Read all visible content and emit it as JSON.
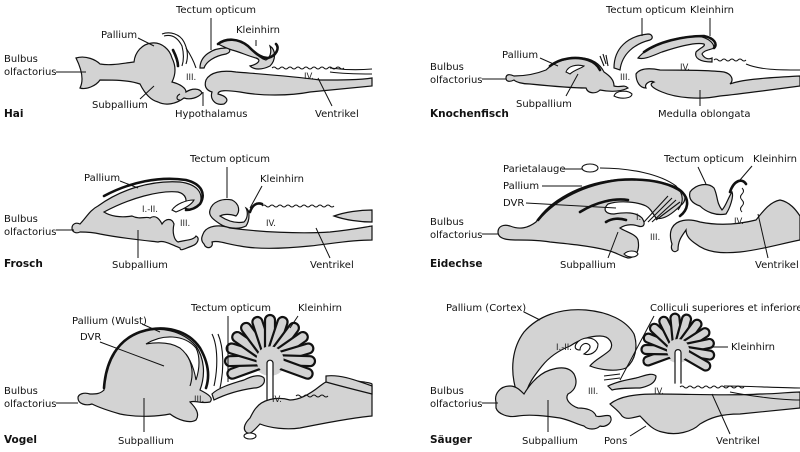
{
  "figure": {
    "description": "Sagittal brain sections of six vertebrates",
    "fill_color": "#d3d3d3",
    "line_color": "#111111"
  },
  "panels": [
    {
      "id": "hai",
      "title": "Hai",
      "labels": {
        "bulbus": [
          "Bulbus",
          "olfactorius"
        ],
        "pallium": "Pallium",
        "subpallium": "Subpallium",
        "tectum": "Tectum opticum",
        "kleinhirn": "Kleinhirn",
        "hypothalamus": "Hypothalamus",
        "ventrikel": "Ventrikel",
        "v3": "III.",
        "v4": "IV."
      }
    },
    {
      "id": "knochenfisch",
      "title": "Knochenfisch",
      "labels": {
        "bulbus": [
          "Bulbus",
          "olfactorius"
        ],
        "pallium": "Pallium",
        "subpallium": "Subpallium",
        "tectum": "Tectum opticum",
        "kleinhirn": "Kleinhirn",
        "medulla": "Medulla oblongata",
        "v3": "III.",
        "v4": "IV."
      }
    },
    {
      "id": "frosch",
      "title": "Frosch",
      "labels": {
        "bulbus": [
          "Bulbus",
          "olfactorius"
        ],
        "pallium": "Pallium",
        "subpallium": "Subpallium",
        "tectum": "Tectum opticum",
        "kleinhirn": "Kleinhirn",
        "ventrikel": "Ventrikel",
        "v12": "I.-II.",
        "v3": "III.",
        "v4": "IV."
      }
    },
    {
      "id": "eidechse",
      "title": "Eidechse",
      "labels": {
        "bulbus": [
          "Bulbus",
          "olfactorius"
        ],
        "parietalauge": "Parietalauge",
        "pallium": "Pallium",
        "dvr": "DVR",
        "subpallium": "Subpallium",
        "tectum": "Tectum opticum",
        "kleinhirn": "Kleinhirn",
        "ventrikel": "Ventrikel",
        "v1": "I.",
        "v3": "III.",
        "v4": "IV."
      }
    },
    {
      "id": "vogel",
      "title": "Vogel",
      "labels": {
        "bulbus": [
          "Bulbus",
          "olfactorius"
        ],
        "pallium": "Pallium (Wulst)",
        "dvr": "DVR",
        "subpallium": "Subpallium",
        "tectum": "Tectum opticum",
        "kleinhirn": "Kleinhirn",
        "v3": "III.",
        "v4": "IV."
      }
    },
    {
      "id": "saeuger",
      "title": "Säuger",
      "labels": {
        "bulbus": [
          "Bulbus",
          "olfactorius"
        ],
        "pallium": "Pallium (Cortex)",
        "colliculi": "Colliculi superiores et inferiores",
        "kleinhirn": "Kleinhirn",
        "subpallium": "Subpallium",
        "pons": "Pons",
        "ventrikel": "Ventrikel",
        "v12": "I.-II.",
        "v3": "III.",
        "v4": "IV."
      }
    }
  ]
}
